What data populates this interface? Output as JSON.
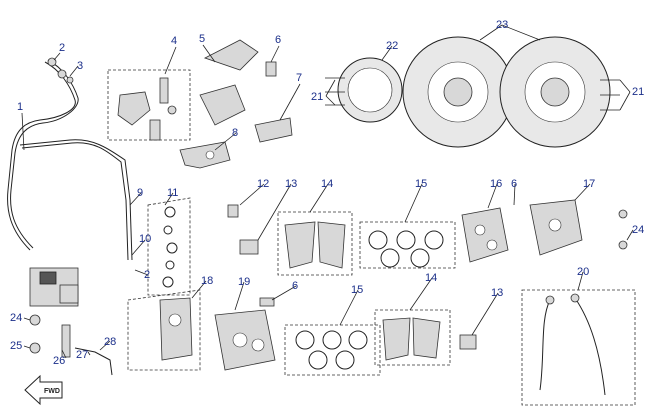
{
  "labels": {
    "n1": "1",
    "n2a": "2",
    "n2b": "2",
    "n3": "3",
    "n4": "4",
    "n5": "5",
    "n6a": "6",
    "n6b": "6",
    "n6c": "6",
    "n7": "7",
    "n8": "8",
    "n9": "9",
    "n10": "10",
    "n11": "11",
    "n12": "12",
    "n13a": "13",
    "n13b": "13",
    "n14a": "14",
    "n14b": "14",
    "n15a": "15",
    "n15b": "15",
    "n16": "16",
    "n17": "17",
    "n18": "18",
    "n19": "19",
    "n20": "20",
    "n21a": "21",
    "n21b": "21",
    "n22": "22",
    "n23": "23",
    "n24a": "24",
    "n24b": "24",
    "n25": "25",
    "n26": "26",
    "n27": "27",
    "n28": "28"
  },
  "fwd_arrow": "FWD",
  "colors": {
    "callout": "#1b2f8a",
    "line": "#222222"
  }
}
